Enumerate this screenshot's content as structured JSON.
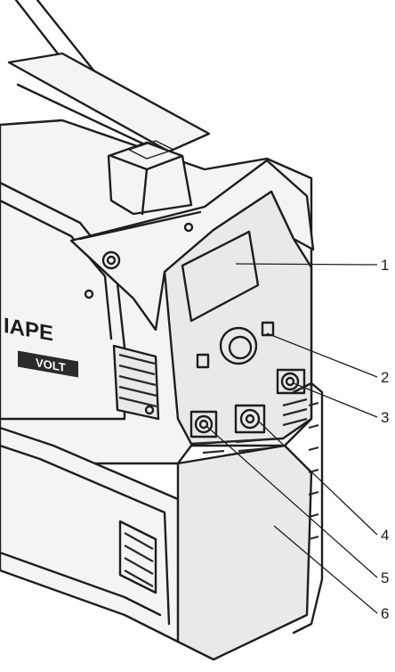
{
  "logo": {
    "line1": "IAPE",
    "line2": "VOLT"
  },
  "callouts": [
    {
      "number": "1"
    },
    {
      "number": "2"
    },
    {
      "number": "3"
    },
    {
      "number": "4"
    },
    {
      "number": "5"
    },
    {
      "number": "6"
    }
  ],
  "colors": {
    "line": "#1e1e1e",
    "fill_light": "#f4f4f4",
    "fill_mid": "#e9e9e9"
  }
}
